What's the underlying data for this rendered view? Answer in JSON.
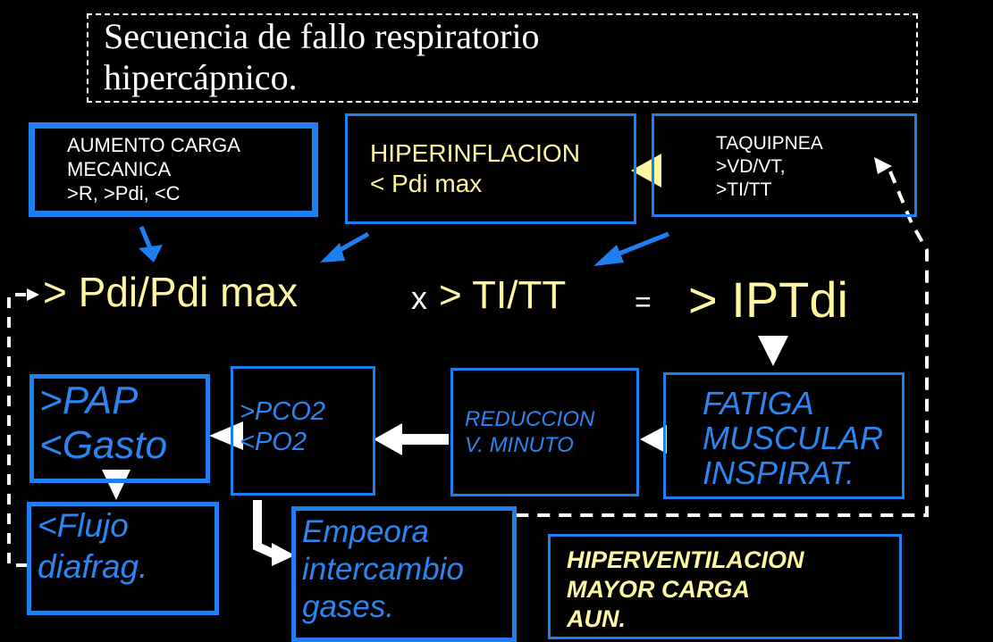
{
  "title": {
    "line1": "Secuencia de fallo respiratorio",
    "line2": "hipercápnico."
  },
  "boxes": {
    "aumento_carga": {
      "line1": "AUMENTO CARGA",
      "line2": "MECANICA",
      "line3": ">R, >Pdi, <C"
    },
    "hiperinflacion": {
      "line1": "HIPERINFLACION",
      "line2": "< Pdi max"
    },
    "taquipnea": {
      "line1": "TAQUIPNEA",
      "line2": ">VD/VT,",
      "line3": ">TI/TT"
    },
    "fatiga": {
      "line1": "FATIGA",
      "line2": "MUSCULAR",
      "line3": "INSPIRAT."
    },
    "reduccion": {
      "line1": "REDUCCION",
      "line2": "V. MINUTO"
    },
    "pco2": {
      "line1": ">PCO2",
      "line2": "<PO2"
    },
    "pap": {
      "line1": ">PAP",
      "line2": "<Gasto"
    },
    "flujo": {
      "line1": "<Flujo",
      "line2": "diafrag."
    },
    "empeora": {
      "line1": "Empeora",
      "line2": "intercambio",
      "line3": "gases."
    },
    "hiperventilacion": {
      "line1": "HIPERVENTILACION",
      "line2": "MAYOR CARGA",
      "line3": "AUN."
    }
  },
  "equation": {
    "term1": "> Pdi/Pdi max",
    "times": "x",
    "term2": "> TI/TT",
    "equals": "=",
    "result": "> IPTdi"
  },
  "colors": {
    "background": "#000000",
    "box_border": "#1e7ff0",
    "blue_text": "#2a86f2",
    "yellow_text": "#fff7a0",
    "white": "#ffffff"
  }
}
